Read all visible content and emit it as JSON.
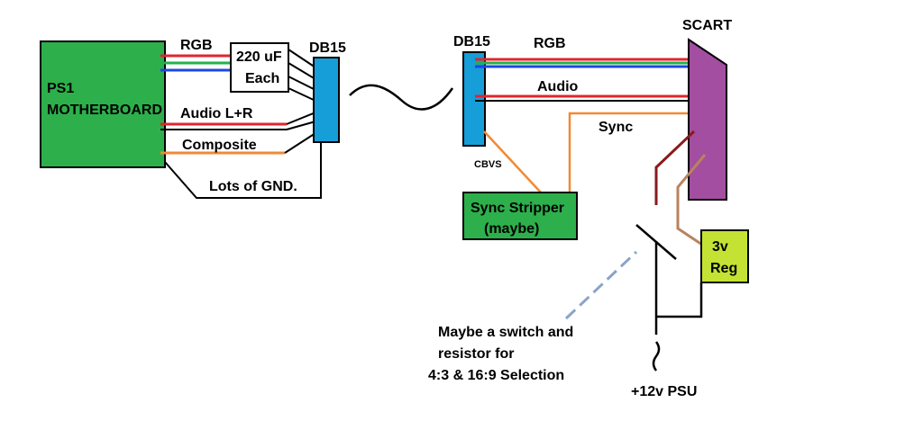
{
  "labels": {
    "ps1_line1": "PS1",
    "ps1_line2": "MOTHERBOARD",
    "rgb_left": "RGB",
    "cap_line1": "220 uF",
    "cap_line2": "Each",
    "db15_left": "DB15",
    "audio_lr": "Audio L+R",
    "composite": "Composite",
    "gnd": "Lots of GND.",
    "db15_right": "DB15",
    "rgb_right": "RGB",
    "scart": "SCART",
    "audio": "Audio",
    "sync": "Sync",
    "cbvs": "CBVS",
    "sync_line1": "Sync Stripper",
    "sync_line2": "(maybe)",
    "reg_line1": "3v",
    "reg_line2": "Reg",
    "switch_line1": "Maybe a switch and",
    "switch_line2": "resistor for",
    "switch_line3": "4:3 & 16:9 Selection",
    "psu": "+12v PSU"
  },
  "colors": {
    "motherboard": "#2db04b",
    "db15": "#169ed9",
    "scart": "#a34ea0",
    "sync_stripper": "#2db04b",
    "regulator": "#c4e234",
    "red_wire": "#e0262d",
    "green_wire": "#22b14c",
    "blue_wire": "#1c47e8",
    "orange_wire": "#f08a35",
    "dark_red_wire": "#8a1a1a",
    "tan_wire": "#b9835d",
    "dashed_line": "#8aa4c8"
  }
}
